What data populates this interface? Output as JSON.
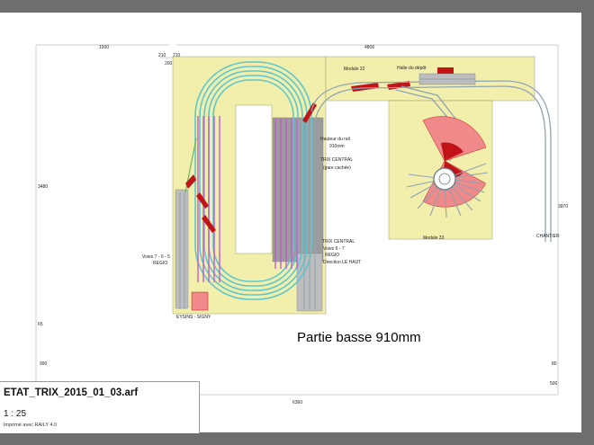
{
  "window": {
    "background": "#6e6e6e"
  },
  "plan": {
    "title": "Partie basse 910mm",
    "dimensions": {
      "top_left_width": "1500",
      "top_right_width": "4806",
      "top_gap1": "210",
      "top_gap2": "210",
      "left_offset": "200",
      "left_height": "3480",
      "right_height": "3970",
      "left_small1": "65",
      "left_small2": "990",
      "bottom_width": "6360",
      "right_small1": "80",
      "right_small2": "500"
    },
    "labels": {
      "halte": "Halte du dépôt",
      "module32": "Module 32",
      "hauteur1": "Hauteur du rail",
      "hauteur2": "910mm",
      "trix_central": "TRIX CENTRAL",
      "gare_cachee": "(gare cachée)",
      "trix_central2": "TRIX CENTRAL",
      "voies67": "Voies 6 - 7",
      "regio": "REGIO",
      "direction": "Direction LE HAUT",
      "voies765_1": "Voies 7 - 6 - 5",
      "voies765_2": "REGIO",
      "eysins": "EYSINS - SIGNY",
      "module33": "Module 33",
      "chantier": "CHANTIER"
    },
    "colors": {
      "baseboard": "#f2efac",
      "hidden_station": "#bdbdbd",
      "track_cyan": "#5cc7cf",
      "track_magenta": "#c45ad0",
      "track_grey": "#8fa3b3",
      "turnout_red": "#c01418",
      "turntable_pink": "#f08a8a"
    }
  },
  "titleblock": {
    "filename": "ETAT_TRIX_2015_01_03.arf",
    "scale": "1 : 25",
    "printed_with": "Imprimé avec RAILY 4.0"
  }
}
